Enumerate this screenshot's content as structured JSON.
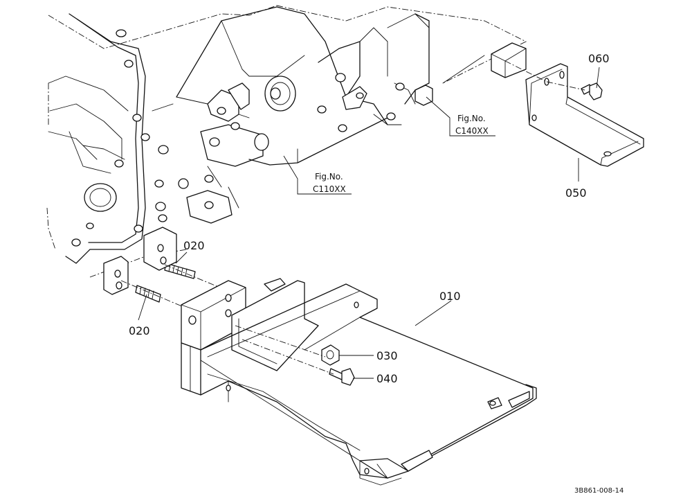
{
  "parts": {
    "p010": "010",
    "p020_upper": "020",
    "p020_lower": "020",
    "p030": "030",
    "p040": "040",
    "p050": "050",
    "p060": "060"
  },
  "references": {
    "ref_a_line1": "Fig.No.",
    "ref_a_line2": "C110XX",
    "ref_b_line1": "Fig.No.",
    "ref_b_line2": "C140XX"
  },
  "drawing_code": "3B861-008-14"
}
